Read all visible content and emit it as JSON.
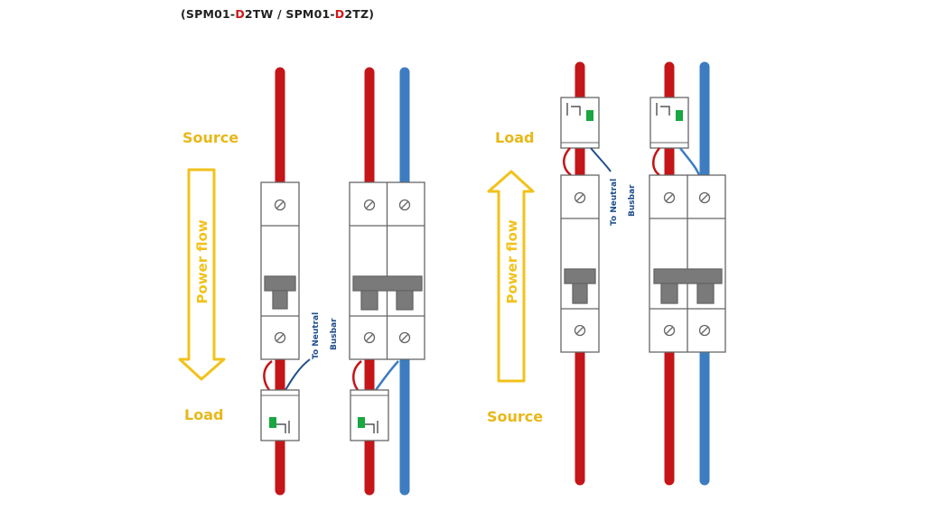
{
  "title": {
    "part1": "(SPM01-",
    "part1_highlight": "D",
    "part2": "2TW / SPM01-",
    "part2_highlight": "D",
    "part3": "2TZ)"
  },
  "left_diagram": {
    "source_label": "Source",
    "flow_label": "Power flow",
    "load_label": "Load",
    "neutral_note_line1": "To Neutral",
    "neutral_note_line2": "Busbar"
  },
  "right_diagram": {
    "load_label": "Load",
    "flow_label": "Power flow",
    "source_label": "Source",
    "neutral_note_line1": "To Neutral",
    "neutral_note_line2": "Busbar"
  },
  "colors": {
    "live_wire": "#c41518",
    "neutral_wire": "#3d7cc0",
    "arrow": "#f2c21b",
    "label": "#e8b818",
    "note_text": "#1f4e8c",
    "indicator": "#1aa640",
    "red_highlight": "#d01818"
  }
}
